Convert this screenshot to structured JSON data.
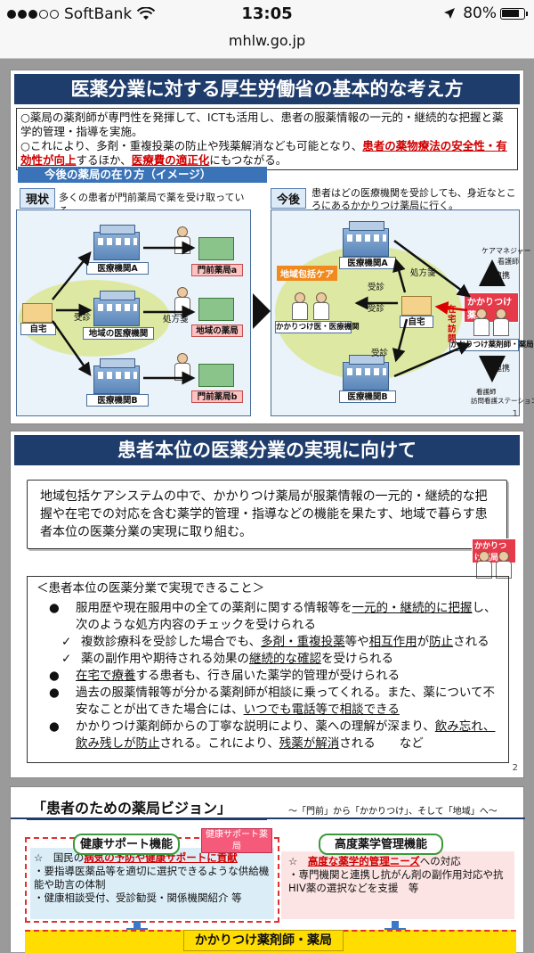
{
  "status": {
    "carrier": "SoftBank",
    "time": "13:05",
    "battery": "80%"
  },
  "url": "mhlw.go.jp",
  "slide1": {
    "title": "医薬分業に対する厚生労働省の基本的な考え方",
    "p1": "○薬局の薬剤師が専門性を発揮して、ICTも活用し、患者の服薬情報の一元的・継続的な把握と薬学的管理・指導を実施。",
    "p2a": "○これにより、多剤・重複投薬の防止や残薬解消なども可能となり、",
    "p2b": "患者の薬物療法の安全性・有効性が向上",
    "p2c": "するほか、",
    "p2d": "医療費の適正化",
    "p2e": "にもつながる。",
    "sub": "今後の薬局の在り方（イメージ）",
    "now_tag": "現状",
    "now_text": "多くの患者が門前薬局で薬を受け取っている。",
    "future_tag": "今後",
    "future_text": "患者はどの医療機関を受診しても、身近なところにあるかかりつけ薬局に行く。",
    "left": {
      "hospA": "医療機関A",
      "hospLocal": "地域の医療機関",
      "hospB": "医療機関B",
      "phA": "門前薬局a",
      "phLocal": "地域の薬局",
      "phB": "門前薬局b",
      "home": "自宅",
      "visit": "受診",
      "rx": "処方箋"
    },
    "right": {
      "hospA": "医療機関A",
      "hospB": "医療機関B",
      "doc": "かかりつけ医・医療機関",
      "home": "自宅",
      "care": "地域包括ケア",
      "kakari": "かかりつけ薬局",
      "kakari2": "かかりつけ薬剤師・薬局",
      "visit1": "受診",
      "visit2": "受診",
      "visit3": "受診",
      "rx": "処方箋",
      "home_visit": "在宅訪問",
      "renkei1": "連携",
      "renkei2": "連携",
      "caremgr": "ケアマネジャー",
      "nurse": "看護師",
      "station": "訪問看護ステーション",
      "nurse2": "看護師"
    },
    "page": "1"
  },
  "slide2": {
    "title": "患者本位の医薬分業の実現に向けて",
    "intro": "地域包括ケアシステムの中で、かかりつけ薬局が服薬情報の一元的・継続的な把握や在宅での対応を含む薬学的管理・指導などの機能を果たす、地域で暮らす患者本位の医薬分業の実現に取り組む。",
    "badge": "かかりつけ薬局",
    "list_title": "＜患者本位の医薬分業で実現できること＞",
    "i1a": "服用歴や現在服用中の全ての薬剤に関する情報等を",
    "i1b": "一元的・継続的に把握",
    "i1c": "し、次のような処方内容のチェックを受けられる",
    "c1a": "複数診療科を受診した場合でも、",
    "c1b": "多剤・重複投薬",
    "c1c": "等や",
    "c1d": "相互作用",
    "c1e": "が",
    "c1f": "防止",
    "c1g": "される",
    "c2a": "薬の副作用や期待される効果の",
    "c2b": "継続的な確認",
    "c2c": "を受けられる",
    "i2a": "在宅で療養",
    "i2b": "する患者も、行き届いた薬学的管理が受けられる",
    "i3a": "過去の服薬情報等が分かる薬剤師が相談に乗ってくれる。また、薬について不安なことが出てきた場合には、",
    "i3b": "いつでも電話等で相談できる",
    "i4a": "かかりつけ薬剤師からの丁寧な説明により、薬への理解が深まり、",
    "i4b": "飲み忘れ、飲み残しが防止",
    "i4c": "される。これにより、",
    "i4d": "残薬が解消",
    "i4e": "される　　など",
    "bullet": "●",
    "check": "✓",
    "page": "2"
  },
  "slide3": {
    "title": "「患者のための薬局ビジョン」",
    "subtitle": "～「門前」から「かかりつけ」、そして「地域」へ～",
    "health_label": "健康サポート機能",
    "health_tag": "健康サポート薬局",
    "health_star": "☆",
    "health_t1": "国民の",
    "health_t2": "病気の予防や健康サポートに貢献",
    "health_t3": "・要指導医薬品等を適切に選択できるような供給機能や助言の体制",
    "health_t4": "・健康相談受付、受診勧奨・関係機関紹介 等",
    "adv_label": "高度薬学管理機能",
    "adv_star": "☆",
    "adv_t1": "高度な薬学的管理ニーズ",
    "adv_t2": "への対応",
    "adv_t3": "・専門機関と連携し抗がん剤の副作用対応や抗HIV薬の選択などを支援　等",
    "bottom": "かかりつけ薬剤師・薬局"
  }
}
